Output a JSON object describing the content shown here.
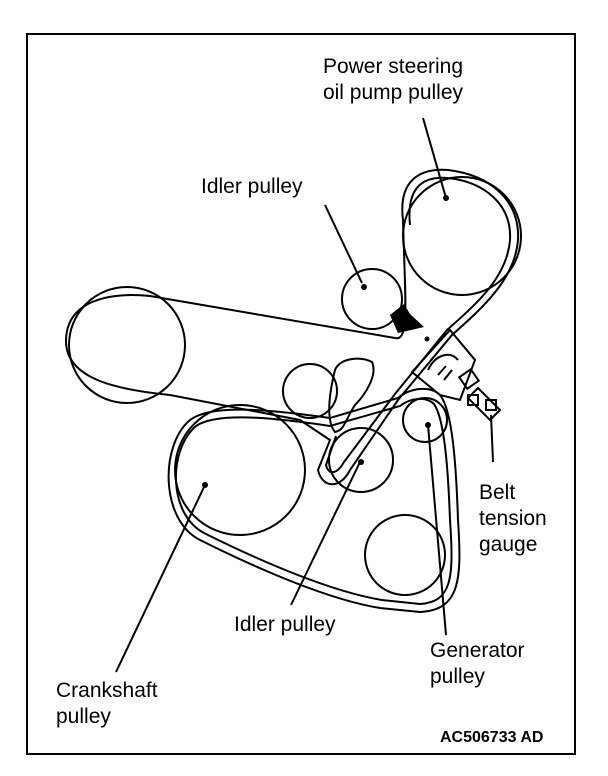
{
  "labels": {
    "power_steering_line1": "Power steering",
    "power_steering_line2": "oil pump pulley",
    "idler_pulley_top": "Idler pulley",
    "belt_line1": "Belt",
    "belt_line2": "tension",
    "belt_line3": "gauge",
    "idler_pulley_bottom": "Idler pulley",
    "generator_line1": "Generator",
    "generator_line2": "pulley",
    "crankshaft_line1": "Crankshaft",
    "crankshaft_line2": "pulley"
  },
  "figure_code": "AC506733 AD",
  "colors": {
    "ink": "#000000",
    "paper": "#ffffff"
  }
}
